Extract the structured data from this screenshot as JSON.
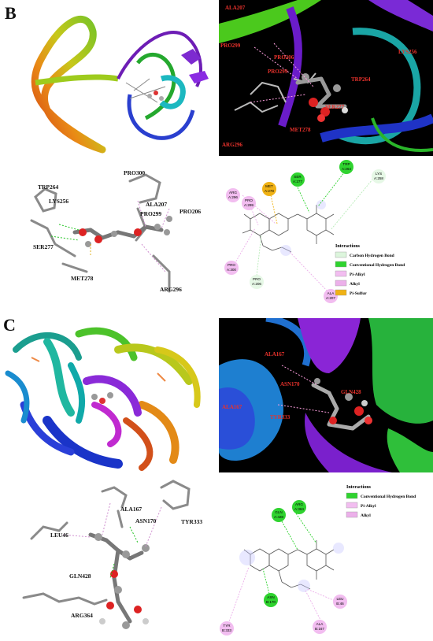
{
  "panels": {
    "B": {
      "label": "B",
      "closeup_labels": [
        "ALA207",
        "PRO299",
        "PRO206",
        "PRO299",
        "LYS256",
        "TRP264",
        "SER277",
        "MET278",
        "ARG296"
      ],
      "stick_labels": [
        "TRP264",
        "LYS256",
        "SER277",
        "MET278",
        "PRO300",
        "ALA207",
        "PRO299",
        "PRO206",
        "ARG296"
      ],
      "residues_2d": [
        {
          "name": "SER",
          "id": "A:277"
        },
        {
          "name": "TRP",
          "id": "A:264"
        },
        {
          "name": "LYS",
          "id": "A:258"
        },
        {
          "name": "MET",
          "id": "A:278"
        },
        {
          "name": "ARG",
          "id": "A:296"
        },
        {
          "name": "PRO",
          "id": "A:299"
        },
        {
          "name": "PRO",
          "id": "A:300"
        },
        {
          "name": "PRO",
          "id": "A:206"
        },
        {
          "name": "ALA",
          "id": "A:207"
        }
      ],
      "legend": {
        "title": "Interactions",
        "items": [
          {
            "label": "Carbon Hydrogen Bond",
            "color": "#dcf5dc"
          },
          {
            "label": "Conventional Hydrogen Bond",
            "color": "#2fd32f"
          },
          {
            "label": "Pi-Alkyl",
            "color": "#f2bdf0"
          },
          {
            "label": "Alkyl",
            "color": "#ecb0ea"
          },
          {
            "label": "Pi-Sulfur",
            "color": "#f0b215"
          }
        ]
      }
    },
    "C": {
      "label": "C",
      "closeup_labels": [
        "ALA167",
        "ASN170",
        "GLN428",
        "ALA167",
        "TYR333"
      ],
      "stick_labels": [
        "LEU46",
        "ALA167",
        "ASN170",
        "TYR333",
        "GLN428",
        "ARG364"
      ],
      "residues_2d": [
        {
          "name": "ARG",
          "id": "A:364"
        },
        {
          "name": "GLN",
          "id": "A:428"
        },
        {
          "name": "ASN",
          "id": "B:170"
        },
        {
          "name": "TYR",
          "id": "B:333"
        },
        {
          "name": "LEU",
          "id": "B:46"
        },
        {
          "name": "ALA",
          "id": "B:167"
        }
      ],
      "legend": {
        "title": "Interactions",
        "items": [
          {
            "label": "Conventional Hydrogen Bond",
            "color": "#2fd32f"
          },
          {
            "label": "Pi-Alkyl",
            "color": "#f2bdf0"
          },
          {
            "label": "Alkyl",
            "color": "#ecb0ea"
          }
        ]
      }
    }
  }
}
